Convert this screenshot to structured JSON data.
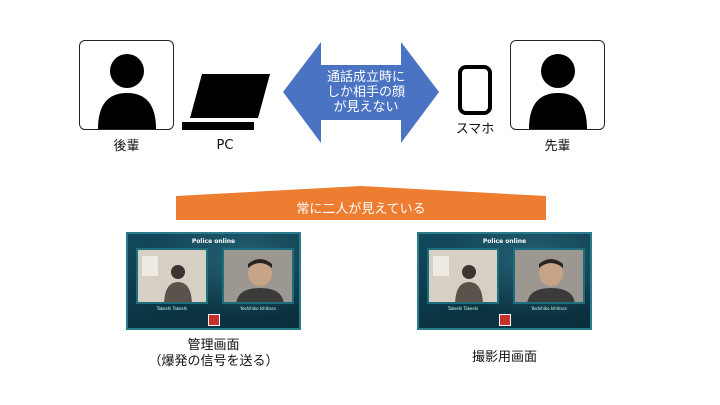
{
  "left_person": {
    "label": "後輩"
  },
  "pc": {
    "label": "PC"
  },
  "arrow": {
    "lines": [
      "通話成立時に",
      "しか相手の顔",
      "が見えない"
    ],
    "color": "#4a73c4"
  },
  "phone": {
    "label": "スマホ"
  },
  "right_person": {
    "label": "先輩"
  },
  "band": {
    "text": "常に二人が見えている",
    "color": "#ed7d31"
  },
  "screens": [
    {
      "app_title": "Police online",
      "caller_left": "Takeshi Takeshi",
      "caller_right": "Yoshihiko Ishihara",
      "caption_lines": [
        "管理画面",
        "（爆発の信号を送る）"
      ]
    },
    {
      "app_title": "Police online",
      "caller_left": "Takeshi Takeshi",
      "caller_right": "Yoshihiko Ishihara",
      "caption_lines": [
        "撮影用画面"
      ]
    }
  ]
}
